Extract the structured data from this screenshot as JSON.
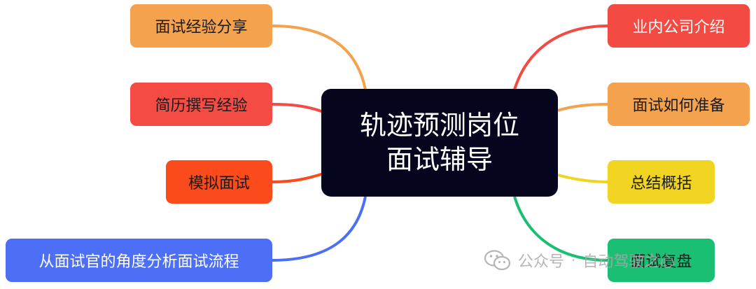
{
  "center": {
    "line1": "轨迹预测岗位",
    "line2": "面试辅导"
  },
  "left_nodes": [
    {
      "label": "面试经验分享",
      "color": "#f4a24d"
    },
    {
      "label": "简历撰写经验",
      "color": "#f44c45"
    },
    {
      "label": "模拟面试",
      "color": "#fb4a1c"
    },
    {
      "label": "从面试官的角度分析面试流程",
      "color": "#4d6ff6"
    }
  ],
  "right_nodes": [
    {
      "label": "业内公司介绍",
      "color": "#f34b43"
    },
    {
      "label": "面试如何准备",
      "color": "#f4a24d"
    },
    {
      "label": "总结概括",
      "color": "#f0d421"
    },
    {
      "label": "面试复盘",
      "color": "#1abf73"
    }
  ],
  "watermark": {
    "text1": "公众号",
    "dot": "·",
    "text2": "自动驾驶之心"
  }
}
